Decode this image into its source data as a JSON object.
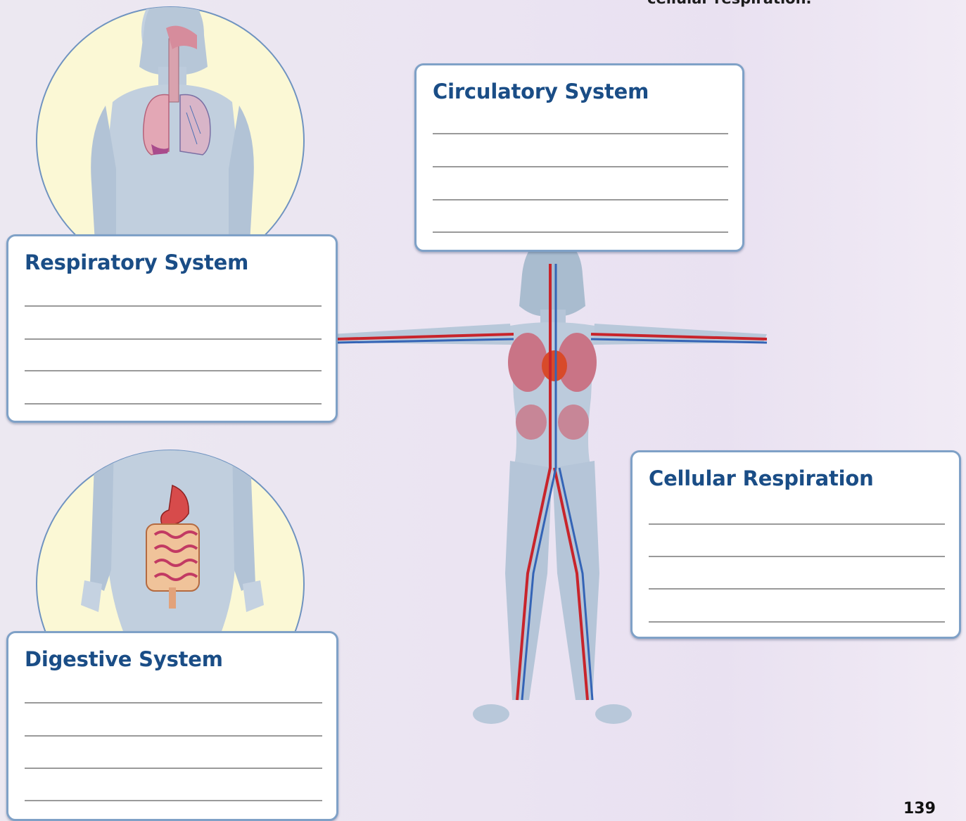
{
  "page": {
    "top_caption": "cellular respiration.",
    "page_number": "139"
  },
  "boxes": {
    "circulatory": {
      "title": "Circulatory System"
    },
    "respiratory": {
      "title": "Respiratory System"
    },
    "cellular": {
      "title": "Cellular Respiration"
    },
    "digestive": {
      "title": "Digestive System"
    }
  },
  "colors": {
    "title_blue": "#1a4d86",
    "box_border": "#7fa1c7",
    "circle_fill": "#fbf8d5",
    "body_fill": "#b9c9da",
    "artery_red": "#c8242b",
    "vein_blue": "#3464b6",
    "lung_pink": "#d98fa3"
  },
  "icons": [
    "respiratory-figure-illustration",
    "digestive-figure-illustration",
    "circulatory-body-illustration"
  ]
}
